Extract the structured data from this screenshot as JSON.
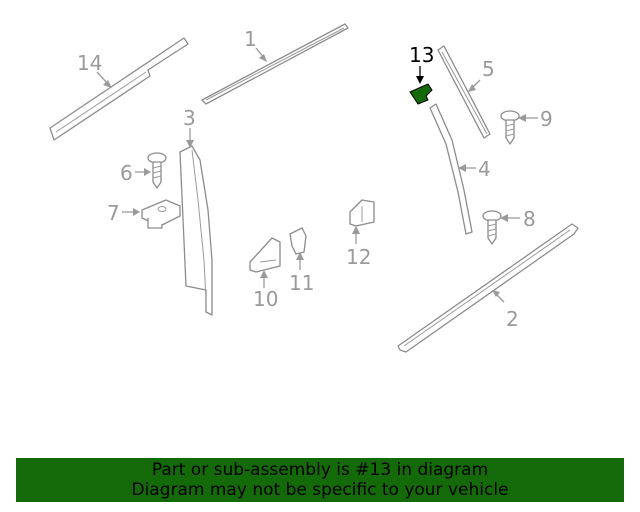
{
  "diagram": {
    "callouts": {
      "p1": "1",
      "p2": "2",
      "p3": "3",
      "p4": "4",
      "p5": "5",
      "p6": "6",
      "p7": "7",
      "p8": "8",
      "p9": "9",
      "p10": "10",
      "p11": "11",
      "p12": "12",
      "p13": "13",
      "p14": "14"
    },
    "highlight_part": "13",
    "highlight_color": "#146a08"
  },
  "banner": {
    "line1": "Part or sub-assembly is #13 in diagram",
    "line2": "Diagram may not be specific to your vehicle",
    "background": "#146a08"
  }
}
